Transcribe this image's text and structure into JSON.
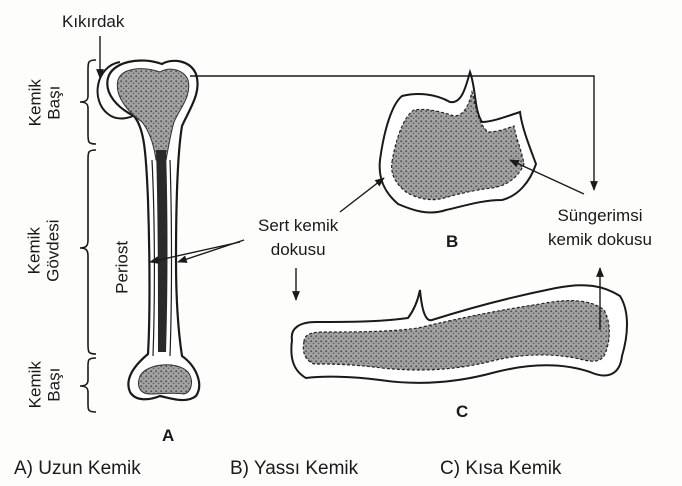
{
  "labels": {
    "kikirdak": "Kıkırdak",
    "kemik_basi_top": [
      "Kemik",
      "Başı"
    ],
    "kemik_govdesi": [
      "Kemik",
      "Gövdesi"
    ],
    "kemik_basi_bottom": [
      "Kemik",
      "Başı"
    ],
    "periost": "Periost",
    "sert_kemik": [
      "Sert kemik",
      "dokusu"
    ],
    "sungerimsi": [
      "Süngerimsi",
      "kemik dokusu"
    ]
  },
  "bone_letters": {
    "a": "A",
    "b": "B",
    "c": "C"
  },
  "captions": {
    "a": "A) Uzun Kemik",
    "b": "B) Yassı Kemik",
    "c": "C) Kısa Kemik"
  },
  "colors": {
    "ink": "#1a1a1a",
    "spongy_fill": "#8c8c8c",
    "bone_fill": "#ffffff",
    "marrow": "#2a2a2a"
  }
}
